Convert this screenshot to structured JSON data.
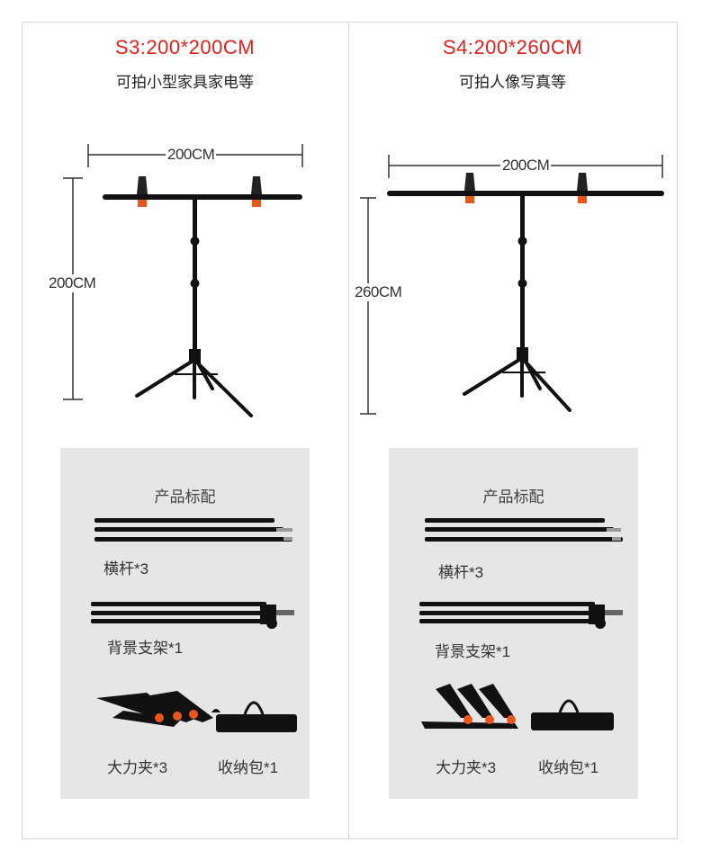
{
  "left": {
    "title": "S3:200*200CM",
    "subtitle": "可拍小型家具家电等",
    "width_label": "200CM",
    "height_label": "200CM",
    "contents": {
      "title": "产品标配",
      "crossbar": "横杆*3",
      "stand": "背景支架*1",
      "clamp": "大力夹*3",
      "bag": "收纳包*1"
    }
  },
  "right": {
    "title": "S4:200*260CM",
    "subtitle": "可拍人像写真等",
    "width_label": "200CM",
    "height_label": "260CM",
    "contents": {
      "title": "产品标配",
      "crossbar": "横杆*3",
      "stand": "背景支架*1",
      "clamp": "大力夹*3",
      "bag": "收纳包*1"
    }
  },
  "colors": {
    "title_red": "#e3221c",
    "box_gray": "#e6e6e6",
    "clamp_orange": "#e8561c"
  }
}
